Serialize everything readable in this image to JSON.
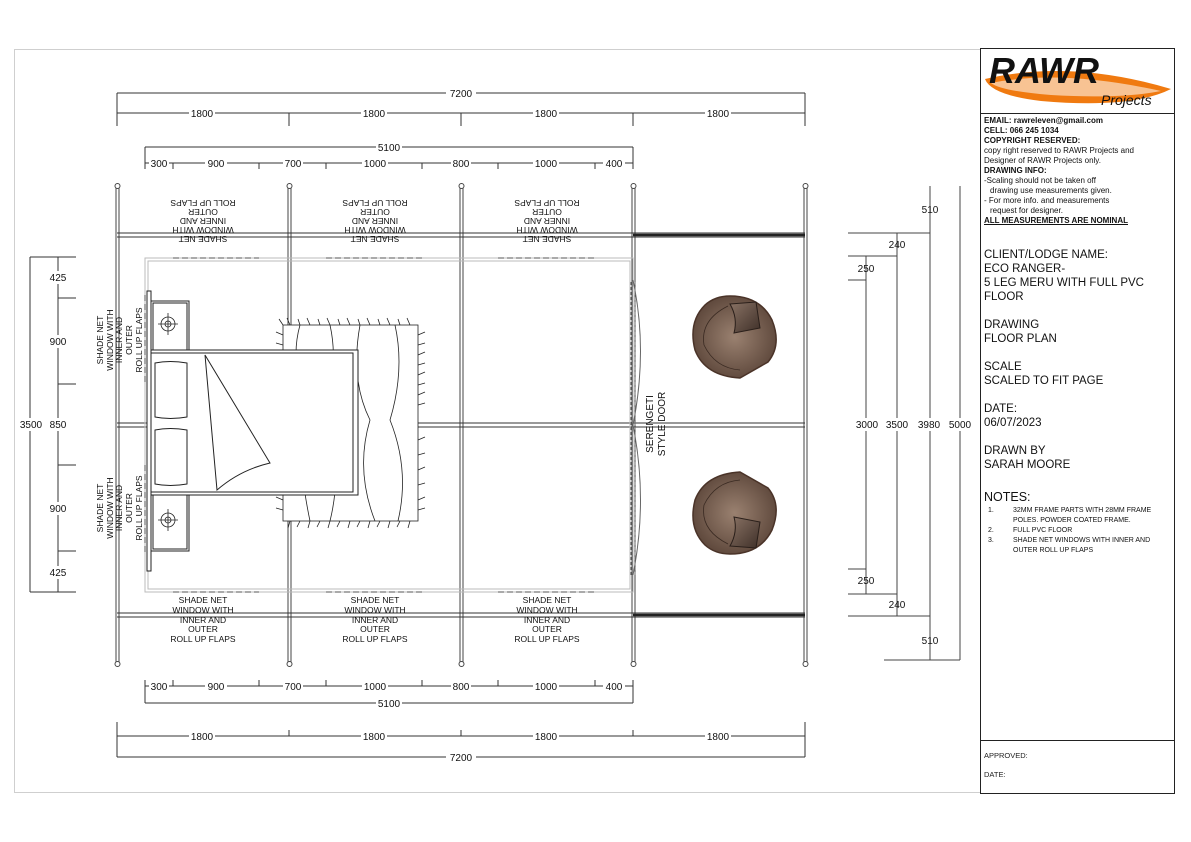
{
  "title_block": {
    "logo": {
      "main": "RAWR",
      "sub": "Projects",
      "accent_color": "#f07a10"
    },
    "email": "EMAIL: rawreleven@gmail.com",
    "cell": "CELL:  066 245 1034",
    "copyright_heading": "COPYRIGHT RESERVED:",
    "copyright_text_1": "copy right reserved to RAWR Projects and",
    "copyright_text_2": "Designer of RAWR Projects only.",
    "drawing_info_heading": "DRAWING INFO:",
    "drawing_info_1": "-Scaling should not be taken off",
    "drawing_info_2": "  drawing use measurements given.",
    "drawing_info_3": "- For more info. and measurements",
    "drawing_info_4": "  request for designer.",
    "nominal_notice": "ALL MEASUREMENTS ARE NOMINAL",
    "client_label": "CLIENT/LODGE NAME:",
    "client_line_1": "ECO RANGER-",
    "client_line_2": "5 LEG MERU WITH FULL PVC",
    "client_line_3": "FLOOR",
    "drawing_label": "DRAWING",
    "drawing_value": "FLOOR PLAN",
    "scale_label": "SCALE",
    "scale_value": "SCALED TO FIT PAGE",
    "date_label": "DATE:",
    "date_value": "06/07/2023",
    "drawn_by_label": "DRAWN BY",
    "drawn_by_value": "SARAH MOORE",
    "notes_heading": "NOTES:",
    "notes": [
      {
        "num": "1.",
        "text": " 32MM FRAME PARTS WITH  28MM FRAME POLES. POWDER COATED FRAME."
      },
      {
        "num": "2.",
        "text": "FULL PVC FLOOR"
      },
      {
        "num": "3.",
        "text": "SHADE NET WINDOWS WITH INNER AND OUTER ROLL UP FLAPS"
      }
    ],
    "approved_label": "APPROVED:",
    "approved_date_label": "DATE:"
  },
  "plan": {
    "top_dims": {
      "overall": "7200",
      "bays": [
        "1800",
        "1800",
        "1800",
        "1800"
      ],
      "inner_overall": "5100",
      "inner_segments": [
        "300",
        "900",
        "700",
        "1000",
        "800",
        "1000",
        "400"
      ]
    },
    "bottom_dims": {
      "overall": "7200",
      "bays": [
        "1800",
        "1800",
        "1800",
        "1800"
      ],
      "inner_overall": "5100",
      "inner_segments": [
        "300",
        "900",
        "700",
        "1000",
        "800",
        "1000",
        "400"
      ]
    },
    "left_dims": {
      "overall": "3500",
      "segments": [
        "425",
        "900",
        "850",
        "900",
        "425"
      ]
    },
    "right_dims": {
      "d3000": "3000",
      "d3500": "3500",
      "d3980": "3980",
      "d5000": "5000",
      "top_510": "510",
      "top_240": "240",
      "top_250": "250",
      "bottom_250": "250",
      "bottom_240": "240",
      "bottom_510": "510"
    },
    "window_label": [
      "SHADE NET",
      "WINDOW WITH",
      "INNER AND",
      "OUTER",
      "ROLL UP FLAPS"
    ],
    "side_window_label": [
      "SHADE NET",
      "WINDOW WITH",
      "INNER AND",
      "OUTER",
      "ROLL UP FLAPS"
    ],
    "door_label": [
      "SERENGETI",
      "STYLE DOOR"
    ],
    "furniture_color": "#7a6050"
  }
}
